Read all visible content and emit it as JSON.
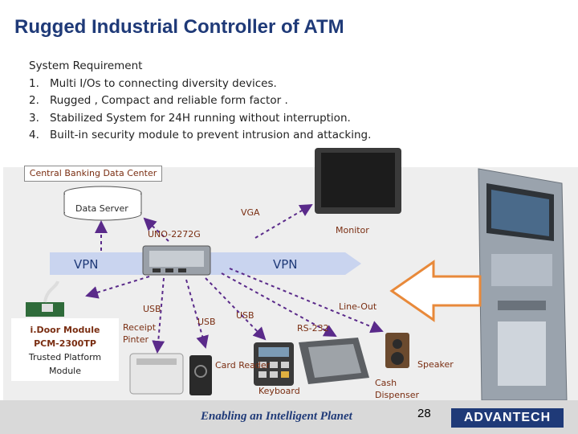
{
  "title": "Rugged Industrial Controller of ATM",
  "requirements": {
    "heading": "System Requirement",
    "items": [
      {
        "num": "1.",
        "text": "Multi I/Os to connecting diversity devices."
      },
      {
        "num": "2.",
        "text": "Rugged , Compact and reliable form factor ."
      },
      {
        "num": "3.",
        "text": "Stabilized System for 24H running without interruption."
      },
      {
        "num": "4.",
        "text": "Built-in security module to prevent intrusion and attacking."
      }
    ]
  },
  "diagram": {
    "center_label": "Central Banking Data Center",
    "data_server": "Data Server",
    "controller": "UNO-2272G",
    "vpn_left": "VPN",
    "vpn_right": "VPN",
    "vga": "VGA",
    "monitor": "Monitor",
    "usb_left": "USB",
    "usb_mid": "USB",
    "usb_right": "USB",
    "line_out": "Line-Out",
    "rs232": "RS-232",
    "receipt_printer": "Receipt\nPinter",
    "card_reader": "Card Reader",
    "keyboard": "Keyboard",
    "speaker": "Speaker",
    "cash_dispenser": "Cash\nDispenser",
    "idoor": {
      "line1": "i.Door Module",
      "line2": "PCM-2300TP",
      "line3": "Trusted Platform",
      "line4": "Module"
    }
  },
  "footer": {
    "tagline": "Enabling an Intelligent Planet",
    "page": "28",
    "logo": "ADVANTECH"
  },
  "colors": {
    "title": "#1f3a78",
    "label_red": "#7a2e12",
    "arrow_purple": "#5a2a8a",
    "arrow_orange": "#e8893a",
    "vpn_band": "#c9d4ef"
  }
}
